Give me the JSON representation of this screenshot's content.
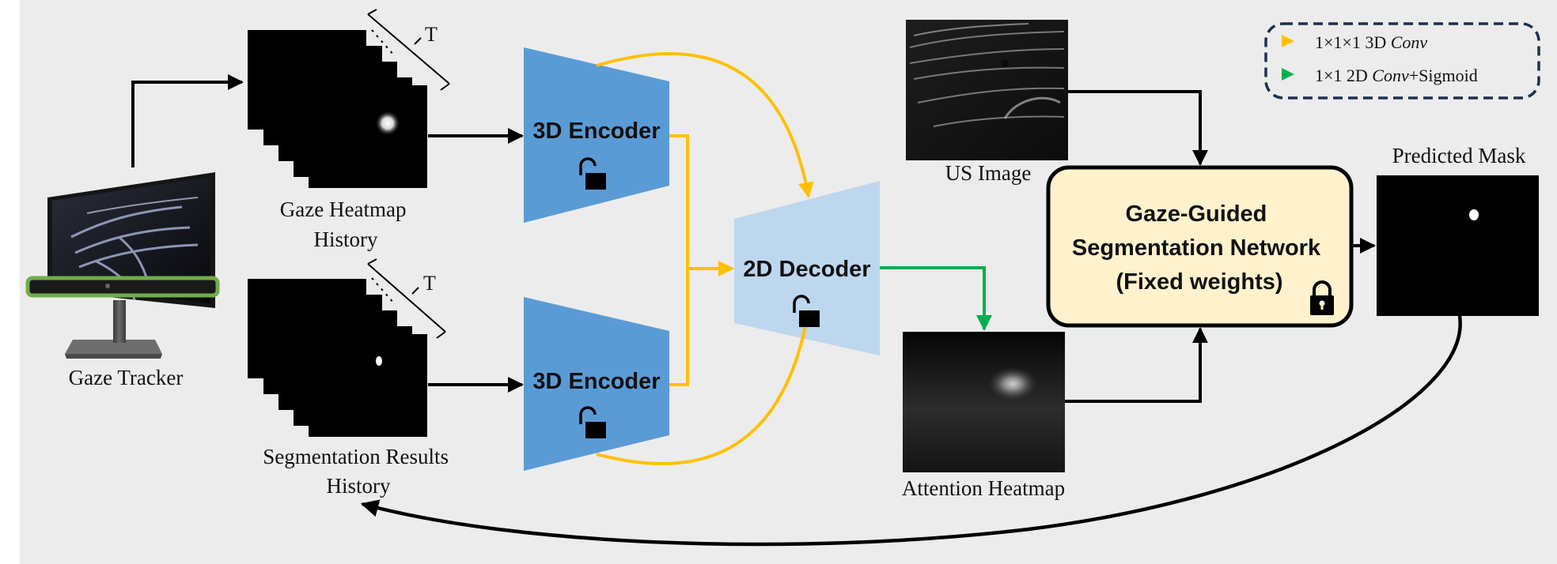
{
  "colors": {
    "background": "#ececec",
    "encoder": "#5b9bd5",
    "decoder": "#bdd7ee",
    "network_box": "#fff2cc",
    "legend_border": "#1f2f4f",
    "conv3d_arrow": "#ffc000",
    "conv2d_arrow": "#00b050",
    "tracker_bar": "#70ad47"
  },
  "labels": {
    "gaze_tracker": "Gaze Tracker",
    "gaze_heatmap_history": [
      "Gaze Heatmap",
      "History"
    ],
    "segmentation_results_history": [
      "Segmentation Results",
      "History"
    ],
    "time_dim": "T",
    "encoder_top": "3D Encoder",
    "encoder_bottom": "3D Encoder",
    "decoder": "2D Decoder",
    "us_image": "US Image",
    "attention_heatmap": "Attention Heatmap",
    "network": [
      "Gaze-Guided",
      "Segmentation Network",
      "(Fixed weights)"
    ],
    "predicted_mask": "Predicted Mask"
  },
  "legend": {
    "conv3d": {
      "prefix": "1×1×1 3D ",
      "op": "Conv",
      "suffix": ""
    },
    "conv2d": {
      "prefix": "1×1 2D ",
      "op": "Conv",
      "suffix": "+Sigmoid"
    }
  },
  "icons": {
    "encoder_top_lock": "unlocked-padlock-icon",
    "encoder_bottom_lock": "unlocked-padlock-icon",
    "decoder_lock": "unlocked-padlock-icon",
    "network_lock": "locked-padlock-icon"
  }
}
